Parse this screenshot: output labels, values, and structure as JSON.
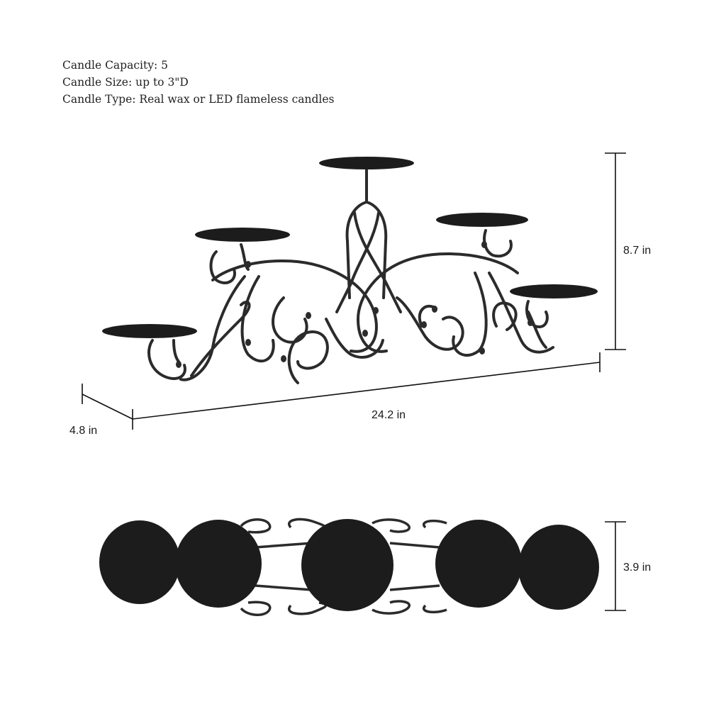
{
  "specs": {
    "lines": [
      "Candle Capacity: 5",
      "Candle Size: up to 3\"D",
      "Candle Type: Real wax or LED flameless candles"
    ]
  },
  "dimensions": {
    "height": "8.7 in",
    "width": "24.2 in",
    "depth": "4.8 in",
    "top_view_depth": "3.9 in"
  },
  "colors": {
    "metal": "#2b2b2b",
    "plate": "#1c1c1c",
    "line": "#111111",
    "text": "#222222"
  },
  "views": {
    "front_view": "candelabra-front-view",
    "top_view": "candelabra-top-view"
  }
}
